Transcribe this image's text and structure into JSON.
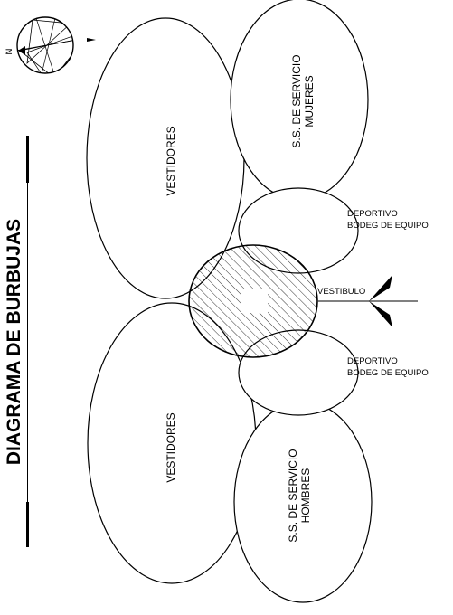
{
  "title": "DIAGRAMA DE BURBUJAS",
  "compass": {
    "north_label": "N"
  },
  "bubbles": {
    "vestidores_top": "VESTIDORES",
    "vestidores_bottom": "VESTIDORES",
    "ss_mujeres_line1": "S.S. DE SERVICIO",
    "ss_mujeres_line2": "MUJERES",
    "ss_hombres_line1": "S.S. DE SERVICIO",
    "ss_hombres_line2": "HOMBRES"
  },
  "side_labels": {
    "deportivo_top": "DEPORTIVO",
    "bodega_top": "BODEG DE EQUIPO",
    "deportivo_bottom": "DEPORTIVO",
    "bodega_bottom": "BODEG DE EQUIPO",
    "vestibulo": "VESTIBULO"
  },
  "colors": {
    "ink": "#000000",
    "paper": "#ffffff"
  }
}
